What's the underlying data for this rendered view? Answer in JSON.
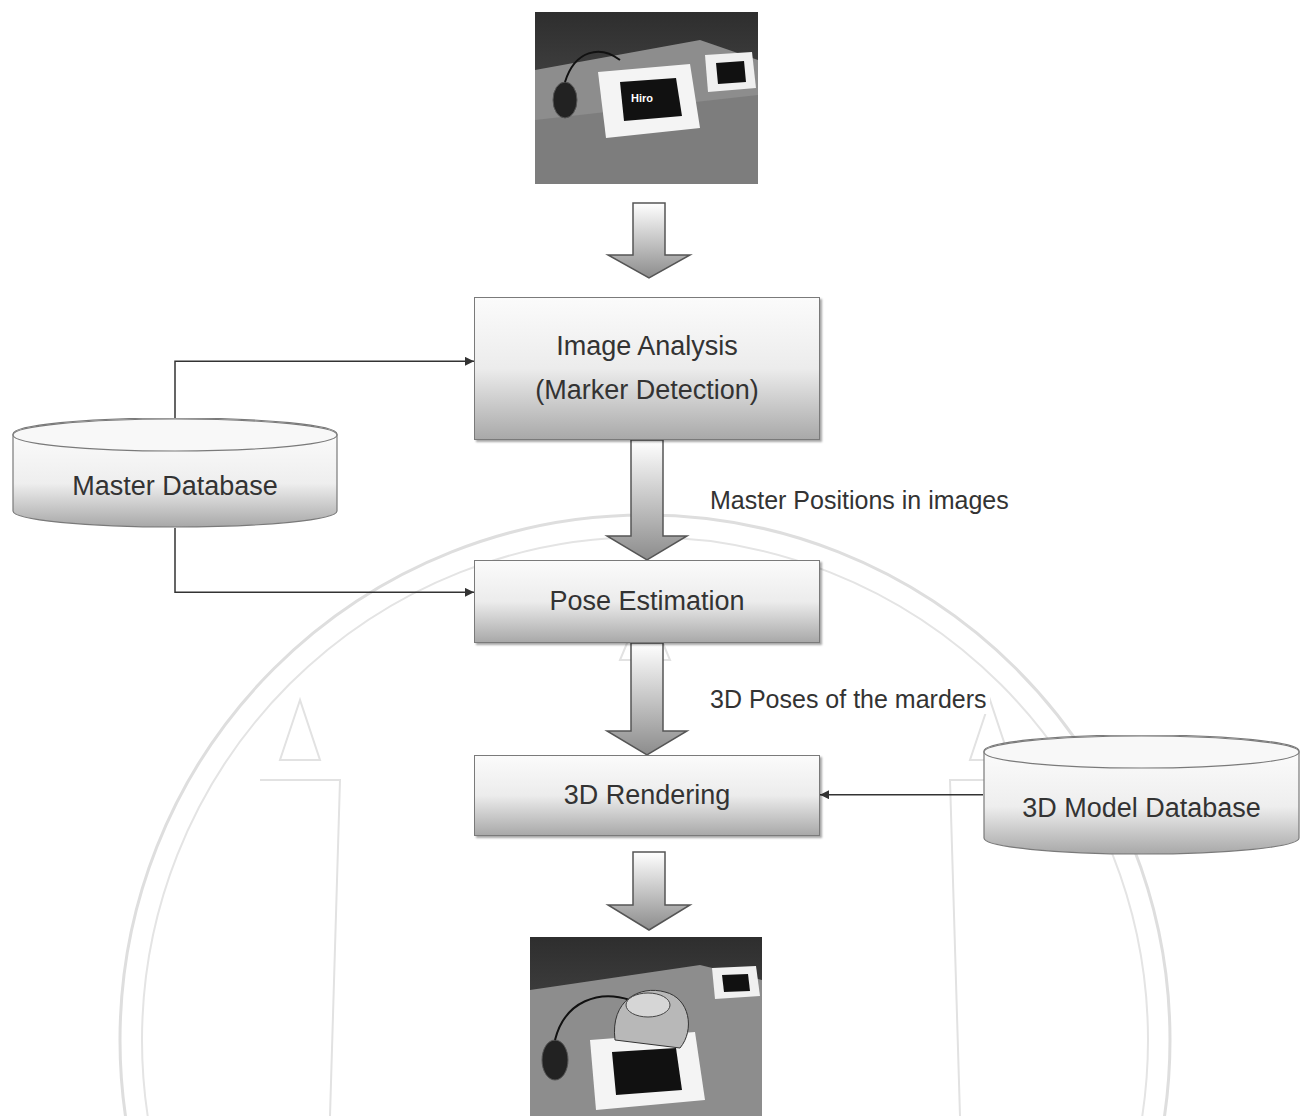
{
  "diagram": {
    "nodes": [
      {
        "text": [
          "Image Analysis",
          "(Marker Detection)"
        ]
      },
      {
        "text": [
          "Master Database"
        ]
      },
      {
        "text": [
          "Pose Estimation"
        ]
      },
      {
        "text": [
          "3D Rendering"
        ]
      },
      {
        "text": [
          "3D Model Database"
        ]
      }
    ],
    "edges": [
      {
        "from": 1,
        "to": 0,
        "arrow": "to"
      },
      {
        "from": 0,
        "to": 2,
        "arrow": "to",
        "label": "Master Positions in images"
      },
      {
        "from": 1,
        "to": 2,
        "arrow": "to"
      },
      {
        "from": 2,
        "to": 3,
        "arrow": "to",
        "label": "3D Poses of the marders"
      },
      {
        "from": 4,
        "to": 3,
        "arrow": "to"
      }
    ],
    "labels": [
      "Hiro"
    ]
  }
}
